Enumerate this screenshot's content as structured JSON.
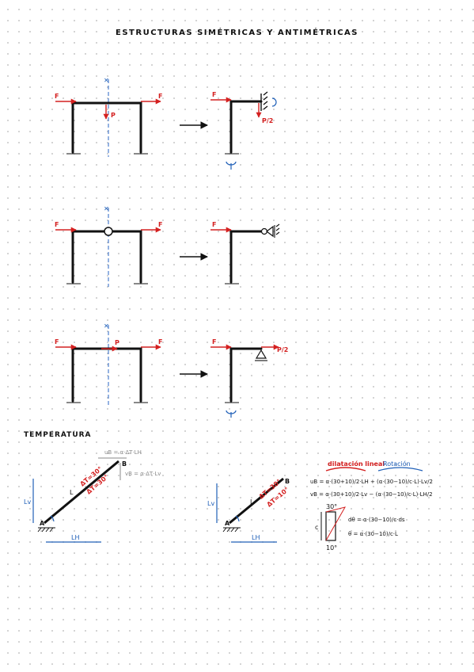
{
  "title": "ESTRUCTURAS SIMÉTRICAS Y ANTIMÉTRICAS",
  "section_temperature": "TEMPERATURA",
  "labels": {
    "F": "F",
    "P": "P",
    "P_half": "P/2",
    "A": "A",
    "B": "B",
    "L": "L",
    "Lv": "Lv",
    "LH": "LH",
    "dT_top": "ΔT=30°",
    "dT_bot": "ΔT=30°",
    "dT_top2": "ΔT=30°",
    "dT_bot2": "ΔT=10°",
    "c_label": "c",
    "t_top": "30°",
    "t_bot": "10°"
  },
  "notes": {
    "uB": "uB = α·ΔT·LH",
    "vB": "vB = α·ΔT·Lv",
    "dilatacion": "dilatación lineal",
    "rotacion": "Rotación",
    "eq1": "uB = α·(30+10)/2·LH + (α·(30−10)/c·L)·Lv/2",
    "eq2": "vB = α·(30+10)/2·Lv − (α·(30−10)/c·L)·LH/2",
    "eq3": "dθ = α·(30−10)/c·ds",
    "eq4": "θ = α·(30−10)/c·L"
  },
  "colors": {
    "ink": "#111111",
    "red": "#d42020",
    "blue": "#2060b8",
    "grey": "#888888"
  }
}
